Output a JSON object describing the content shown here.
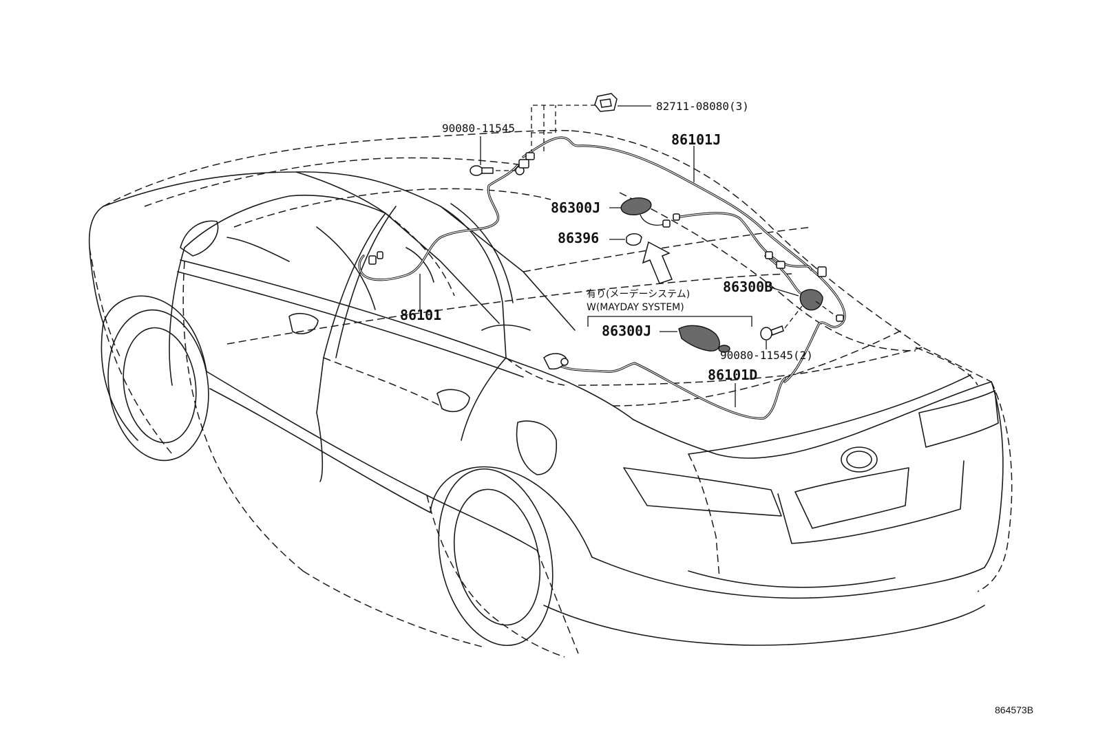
{
  "callouts": {
    "clip": "82711-08080(3)",
    "bolt_front": "90080-11545",
    "cord_roof": "86101J",
    "antenna_top": "86300J",
    "grommet": "86396",
    "antenna_rear": "86300B",
    "cord_front": "86101",
    "antenna_mayday": "86300J",
    "bolt_rear": "90080-11545(2)",
    "cord_body": "86101D"
  },
  "condition_note": {
    "line1": "有り(メーデーシステム)",
    "line2": "W(MAYDAY SYSTEM)"
  },
  "diagram_code": "864573B"
}
